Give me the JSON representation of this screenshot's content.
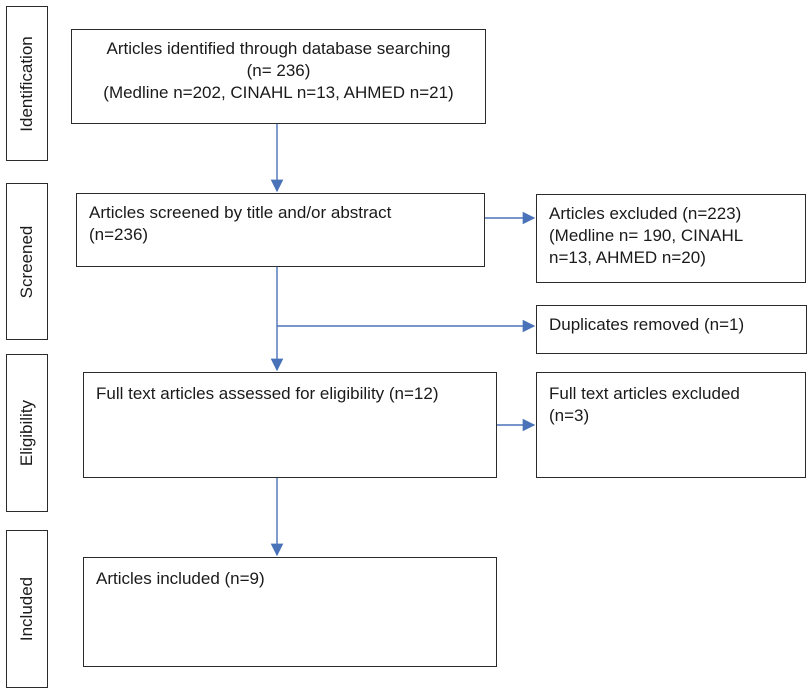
{
  "stages": {
    "identification": "Identification",
    "screened": "Screened",
    "eligibility": "Eligibility",
    "included": "Included"
  },
  "boxes": {
    "identified": {
      "line1": "Articles identified through database searching",
      "line2": "(n= 236)",
      "line3": "(Medline n=202, CINAHL n=13, AHMED n=21)"
    },
    "screened": {
      "line1": "Articles screened by title and/or abstract",
      "line2": "(n=236)"
    },
    "excluded": {
      "line1": "Articles excluded (n=223)",
      "line2": "(Medline n= 190, CINAHL",
      "line3": "n=13, AHMED n=20)"
    },
    "duplicates": {
      "line1": "Duplicates removed (n=1)"
    },
    "fulltext_assessed": {
      "line1": "Full text articles assessed for eligibility (n=12)"
    },
    "fulltext_excluded": {
      "line1": "Full text articles excluded",
      "line2": "(n=3)"
    },
    "included": {
      "line1": "Articles included (n=9)"
    }
  },
  "colors": {
    "arrow": "#4a72b8",
    "border": "#2b2b2b"
  }
}
